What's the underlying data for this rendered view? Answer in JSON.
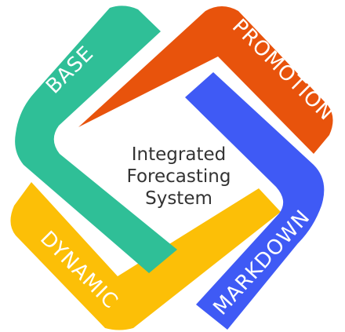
{
  "diagram": {
    "center_lines": [
      "Integrated",
      "Forecasting",
      "System"
    ],
    "bands": [
      {
        "key": "base",
        "label": "BASE",
        "color": "#2fbf97"
      },
      {
        "key": "promotion",
        "label": "PROMOTION",
        "color": "#e8530c"
      },
      {
        "key": "markdown",
        "label": "MARKDOWN",
        "color": "#3f5af5"
      },
      {
        "key": "dynamic",
        "label": "DYNAMIC",
        "color": "#fcbf07"
      }
    ]
  }
}
